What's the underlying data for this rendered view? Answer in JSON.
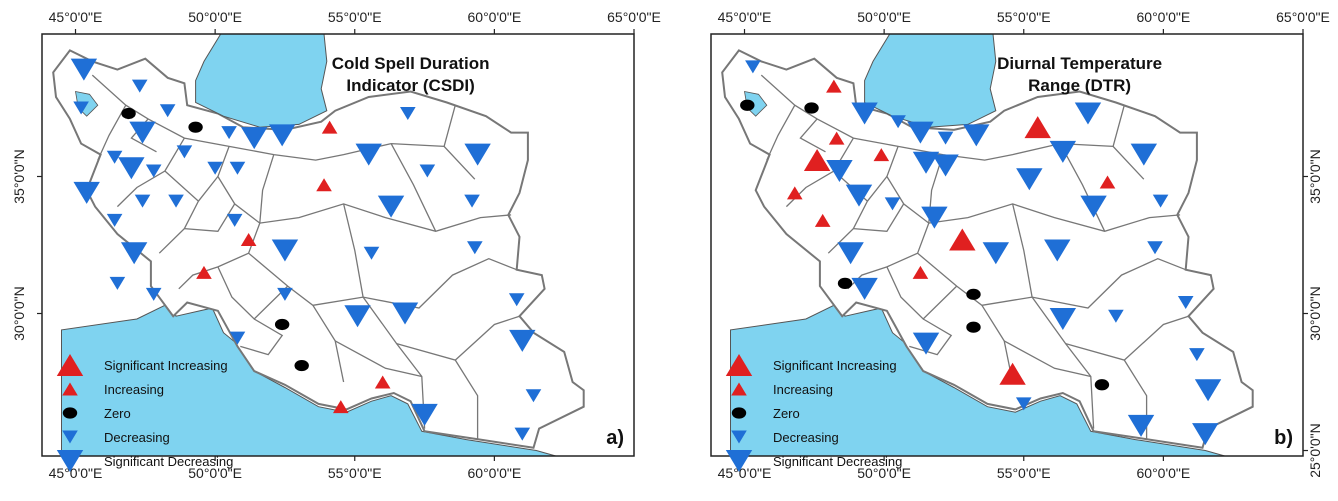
{
  "colors": {
    "increase": "#e02020",
    "decrease": "#1f6fd6",
    "zero": "#000000",
    "water": "#7fd3f0",
    "border": "#777777"
  },
  "panels": [
    {
      "id": "a",
      "title_line1": "Cold Spell Duration",
      "title_line2": "Indicator (CSDI)",
      "letter": "a)",
      "top_ticks": [
        "45°0'0\"E",
        "50°0'0\"E",
        "55°0'0\"E",
        "60°0'0\"E",
        "65°0'0\"E"
      ],
      "bottom_ticks": [
        "45°0'0\"E",
        "50°0'0\"E",
        "55°0'0\"E",
        "60°0'0\"E"
      ],
      "left_ticks": [
        "35°0'0\"N",
        "30°0'0\"N"
      ],
      "right_ticks": [],
      "stations": [
        {
          "lon": 45.3,
          "lat": 38.9,
          "trend": "sig_dec"
        },
        {
          "lon": 47.3,
          "lat": 38.3,
          "trend": "dec"
        },
        {
          "lon": 45.2,
          "lat": 37.5,
          "trend": "dec"
        },
        {
          "lon": 46.9,
          "lat": 37.3,
          "trend": "zero"
        },
        {
          "lon": 48.3,
          "lat": 37.4,
          "trend": "dec"
        },
        {
          "lon": 49.3,
          "lat": 36.8,
          "trend": "zero"
        },
        {
          "lon": 47.4,
          "lat": 36.6,
          "trend": "sig_dec"
        },
        {
          "lon": 50.5,
          "lat": 36.6,
          "trend": "dec"
        },
        {
          "lon": 51.4,
          "lat": 36.4,
          "trend": "sig_dec"
        },
        {
          "lon": 52.4,
          "lat": 36.5,
          "trend": "sig_dec"
        },
        {
          "lon": 54.1,
          "lat": 36.8,
          "trend": "inc"
        },
        {
          "lon": 48.9,
          "lat": 35.9,
          "trend": "dec"
        },
        {
          "lon": 46.4,
          "lat": 35.7,
          "trend": "dec"
        },
        {
          "lon": 47.0,
          "lat": 35.3,
          "trend": "sig_dec"
        },
        {
          "lon": 47.8,
          "lat": 35.2,
          "trend": "dec"
        },
        {
          "lon": 50.0,
          "lat": 35.3,
          "trend": "dec"
        },
        {
          "lon": 50.8,
          "lat": 35.3,
          "trend": "dec"
        },
        {
          "lon": 55.5,
          "lat": 35.8,
          "trend": "sig_dec"
        },
        {
          "lon": 56.9,
          "lat": 37.3,
          "trend": "dec"
        },
        {
          "lon": 57.6,
          "lat": 35.2,
          "trend": "dec"
        },
        {
          "lon": 59.4,
          "lat": 35.8,
          "trend": "sig_dec"
        },
        {
          "lon": 53.9,
          "lat": 34.7,
          "trend": "inc"
        },
        {
          "lon": 45.4,
          "lat": 34.4,
          "trend": "sig_dec"
        },
        {
          "lon": 48.6,
          "lat": 34.1,
          "trend": "dec"
        },
        {
          "lon": 47.4,
          "lat": 34.1,
          "trend": "dec"
        },
        {
          "lon": 50.7,
          "lat": 33.4,
          "trend": "dec"
        },
        {
          "lon": 46.4,
          "lat": 33.4,
          "trend": "dec"
        },
        {
          "lon": 56.3,
          "lat": 33.9,
          "trend": "sig_dec"
        },
        {
          "lon": 59.2,
          "lat": 34.1,
          "trend": "dec"
        },
        {
          "lon": 51.2,
          "lat": 32.7,
          "trend": "inc"
        },
        {
          "lon": 52.5,
          "lat": 32.3,
          "trend": "sig_dec"
        },
        {
          "lon": 47.1,
          "lat": 32.2,
          "trend": "sig_dec"
        },
        {
          "lon": 55.6,
          "lat": 32.2,
          "trend": "dec"
        },
        {
          "lon": 59.3,
          "lat": 32.4,
          "trend": "dec"
        },
        {
          "lon": 49.6,
          "lat": 31.5,
          "trend": "inc"
        },
        {
          "lon": 46.5,
          "lat": 31.1,
          "trend": "dec"
        },
        {
          "lon": 47.8,
          "lat": 30.7,
          "trend": "dec"
        },
        {
          "lon": 52.5,
          "lat": 30.7,
          "trend": "dec"
        },
        {
          "lon": 55.1,
          "lat": 29.9,
          "trend": "sig_dec"
        },
        {
          "lon": 56.8,
          "lat": 30.0,
          "trend": "sig_dec"
        },
        {
          "lon": 60.8,
          "lat": 30.5,
          "trend": "dec"
        },
        {
          "lon": 52.4,
          "lat": 29.6,
          "trend": "zero"
        },
        {
          "lon": 50.8,
          "lat": 29.1,
          "trend": "dec"
        },
        {
          "lon": 61.0,
          "lat": 29.0,
          "trend": "sig_dec"
        },
        {
          "lon": 53.1,
          "lat": 28.1,
          "trend": "zero"
        },
        {
          "lon": 56.0,
          "lat": 27.5,
          "trend": "inc"
        },
        {
          "lon": 54.5,
          "lat": 26.6,
          "trend": "inc"
        },
        {
          "lon": 57.5,
          "lat": 26.3,
          "trend": "sig_dec"
        },
        {
          "lon": 61.4,
          "lat": 27.0,
          "trend": "dec"
        },
        {
          "lon": 61.0,
          "lat": 25.6,
          "trend": "dec"
        }
      ]
    },
    {
      "id": "b",
      "title_line1": "Diurnal Temperature",
      "title_line2": "Range (DTR)",
      "letter": "b)",
      "top_ticks": [
        "45°0'0\"E",
        "50°0'0\"E",
        "55°0'0\"E",
        "60°0'0\"E",
        "65°0'0\"E"
      ],
      "bottom_ticks": [
        "45°0'0\"E",
        "50°0'0\"E",
        "55°0'0\"E",
        "60°0'0\"E"
      ],
      "left_ticks": [],
      "right_ticks": [
        "35°0'0\"N",
        "30°0'0\"N",
        "25°0'0\"N"
      ],
      "stations": [
        {
          "lon": 45.3,
          "lat": 39.0,
          "trend": "dec"
        },
        {
          "lon": 48.2,
          "lat": 38.3,
          "trend": "inc"
        },
        {
          "lon": 45.1,
          "lat": 37.6,
          "trend": "zero"
        },
        {
          "lon": 47.4,
          "lat": 37.5,
          "trend": "zero"
        },
        {
          "lon": 49.3,
          "lat": 37.3,
          "trend": "sig_dec"
        },
        {
          "lon": 50.5,
          "lat": 37.0,
          "trend": "dec"
        },
        {
          "lon": 51.3,
          "lat": 36.6,
          "trend": "sig_dec"
        },
        {
          "lon": 52.2,
          "lat": 36.4,
          "trend": "dec"
        },
        {
          "lon": 53.3,
          "lat": 36.5,
          "trend": "sig_dec"
        },
        {
          "lon": 55.5,
          "lat": 36.8,
          "trend": "sig_inc"
        },
        {
          "lon": 57.3,
          "lat": 37.3,
          "trend": "sig_dec"
        },
        {
          "lon": 48.3,
          "lat": 36.4,
          "trend": "inc"
        },
        {
          "lon": 49.9,
          "lat": 35.8,
          "trend": "inc"
        },
        {
          "lon": 47.6,
          "lat": 35.6,
          "trend": "sig_inc"
        },
        {
          "lon": 48.4,
          "lat": 35.2,
          "trend": "sig_dec"
        },
        {
          "lon": 51.5,
          "lat": 35.5,
          "trend": "sig_dec"
        },
        {
          "lon": 52.2,
          "lat": 35.4,
          "trend": "sig_dec"
        },
        {
          "lon": 56.4,
          "lat": 35.9,
          "trend": "sig_dec"
        },
        {
          "lon": 59.3,
          "lat": 35.8,
          "trend": "sig_dec"
        },
        {
          "lon": 55.2,
          "lat": 34.9,
          "trend": "sig_dec"
        },
        {
          "lon": 58.0,
          "lat": 34.8,
          "trend": "inc"
        },
        {
          "lon": 46.8,
          "lat": 34.4,
          "trend": "inc"
        },
        {
          "lon": 49.1,
          "lat": 34.3,
          "trend": "sig_dec"
        },
        {
          "lon": 50.3,
          "lat": 34.0,
          "trend": "dec"
        },
        {
          "lon": 51.8,
          "lat": 33.5,
          "trend": "sig_dec"
        },
        {
          "lon": 47.8,
          "lat": 33.4,
          "trend": "inc"
        },
        {
          "lon": 57.5,
          "lat": 33.9,
          "trend": "sig_dec"
        },
        {
          "lon": 59.9,
          "lat": 34.1,
          "trend": "dec"
        },
        {
          "lon": 52.8,
          "lat": 32.7,
          "trend": "sig_inc"
        },
        {
          "lon": 54.0,
          "lat": 32.2,
          "trend": "sig_dec"
        },
        {
          "lon": 48.8,
          "lat": 32.2,
          "trend": "sig_dec"
        },
        {
          "lon": 56.2,
          "lat": 32.3,
          "trend": "sig_dec"
        },
        {
          "lon": 59.7,
          "lat": 32.4,
          "trend": "dec"
        },
        {
          "lon": 51.3,
          "lat": 31.5,
          "trend": "inc"
        },
        {
          "lon": 48.6,
          "lat": 31.1,
          "trend": "zero"
        },
        {
          "lon": 49.3,
          "lat": 30.9,
          "trend": "sig_dec"
        },
        {
          "lon": 53.2,
          "lat": 30.7,
          "trend": "zero"
        },
        {
          "lon": 56.4,
          "lat": 29.8,
          "trend": "sig_dec"
        },
        {
          "lon": 58.3,
          "lat": 29.9,
          "trend": "dec"
        },
        {
          "lon": 60.8,
          "lat": 30.4,
          "trend": "dec"
        },
        {
          "lon": 53.2,
          "lat": 29.5,
          "trend": "zero"
        },
        {
          "lon": 51.5,
          "lat": 28.9,
          "trend": "sig_dec"
        },
        {
          "lon": 61.2,
          "lat": 28.5,
          "trend": "dec"
        },
        {
          "lon": 54.6,
          "lat": 27.8,
          "trend": "sig_inc"
        },
        {
          "lon": 57.8,
          "lat": 27.4,
          "trend": "zero"
        },
        {
          "lon": 55.0,
          "lat": 26.7,
          "trend": "dec"
        },
        {
          "lon": 59.2,
          "lat": 25.9,
          "trend": "sig_dec"
        },
        {
          "lon": 61.6,
          "lat": 27.2,
          "trend": "sig_dec"
        },
        {
          "lon": 61.5,
          "lat": 25.6,
          "trend": "sig_dec"
        }
      ]
    }
  ],
  "legend": [
    {
      "label": "Significant Increasing",
      "trend": "sig_inc"
    },
    {
      "label": "Increasing",
      "trend": "inc"
    },
    {
      "label": "Zero",
      "trend": "zero"
    },
    {
      "label": "Decreasing",
      "trend": "dec"
    },
    {
      "label": "Significant Decreasing",
      "trend": "sig_dec"
    }
  ]
}
